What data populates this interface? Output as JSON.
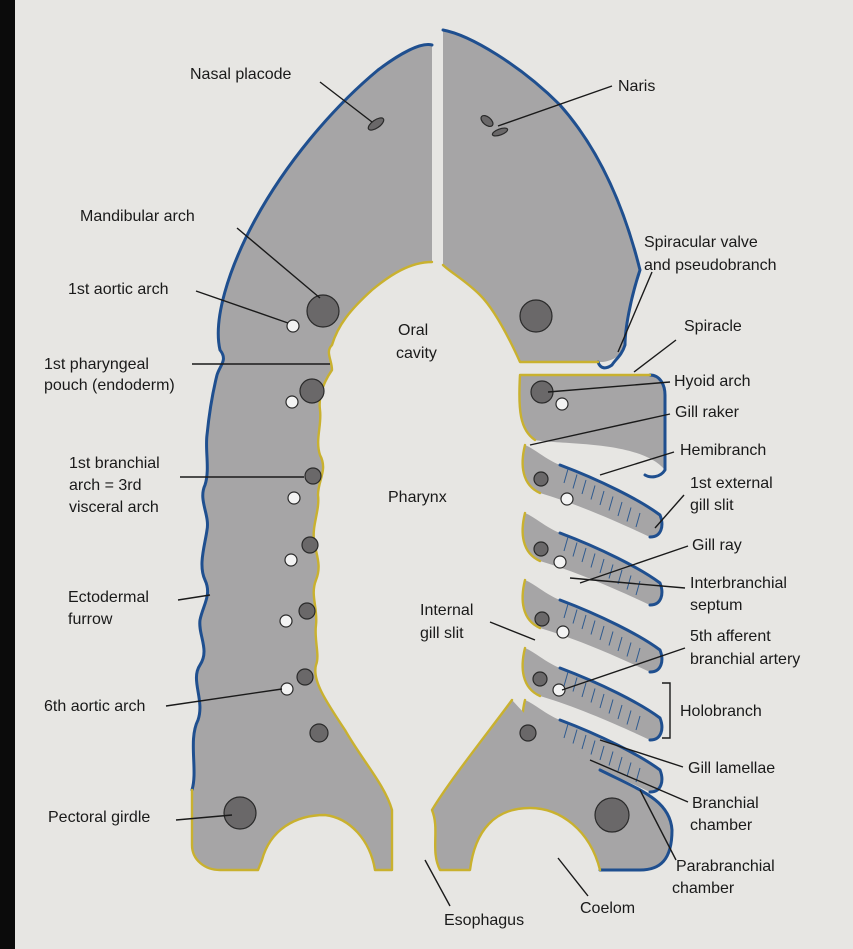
{
  "labels": {
    "nasal_placode": "Nasal placode",
    "naris": "Naris",
    "mandibular_arch": "Mandibular arch",
    "first_aortic_arch": "1st aortic arch",
    "first_pharyngeal_pouch_1": "1st pharyngeal",
    "first_pharyngeal_pouch_2": "pouch (endoderm)",
    "first_branchial_1": "1st branchial",
    "first_branchial_2": "arch = 3rd",
    "first_branchial_3": "visceral arch",
    "ectodermal_1": "Ectodermal",
    "ectodermal_2": "furrow",
    "sixth_aortic_arch": "6th aortic arch",
    "pectoral_girdle": "Pectoral girdle",
    "oral_cavity_1": "Oral",
    "oral_cavity_2": "cavity",
    "pharynx": "Pharynx",
    "spiracular_valve_1": "Spiracular valve",
    "spiracular_valve_2": "and pseudobranch",
    "spiracle": "Spiracle",
    "hyoid_arch": "Hyoid arch",
    "gill_raker": "Gill raker",
    "hemibranch": "Hemibranch",
    "first_external_1": "1st external",
    "first_external_2": "gill slit",
    "gill_ray": "Gill ray",
    "interbranchial_1": "Interbranchial",
    "interbranchial_2": "septum",
    "internal_gill_slit_1": "Internal",
    "internal_gill_slit_2": "gill slit",
    "fifth_afferent_1": "5th afferent",
    "fifth_afferent_2": "branchial artery",
    "holobranch": "Holobranch",
    "gill_lamellae": "Gill lamellae",
    "branchial_chamber_1": "Branchial",
    "branchial_chamber_2": "chamber",
    "parabranchial_1": "Parabranchial",
    "parabranchial_2": "chamber",
    "coelom": "Coelom",
    "esophagus": "Esophagus"
  },
  "colors": {
    "ectoderm": "#1f4f8f",
    "endoderm": "#c9b12f",
    "tissue": "#a6a5a6",
    "arch": "#6a6869"
  }
}
